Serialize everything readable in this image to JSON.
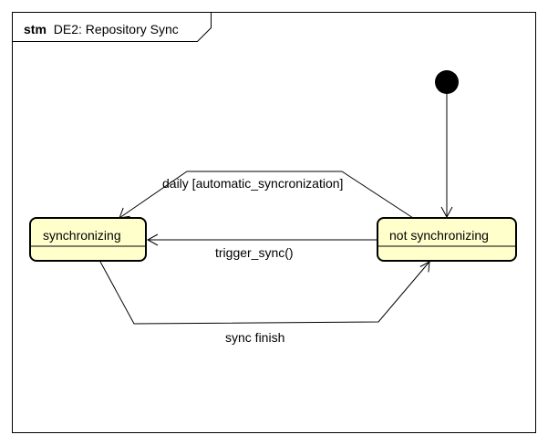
{
  "diagram": {
    "title_keyword": "stm",
    "title_name": "DE2: Repository Sync"
  },
  "states": {
    "synchronizing": "synchronizing",
    "not_synchronizing": "not synchronizing"
  },
  "transitions": {
    "daily": "daily [automatic_syncronization]",
    "trigger": "trigger_sync()",
    "finish": "sync finish"
  },
  "colors": {
    "state_fill": "#ffffcc",
    "line": "#000000",
    "background": "#ffffff"
  }
}
